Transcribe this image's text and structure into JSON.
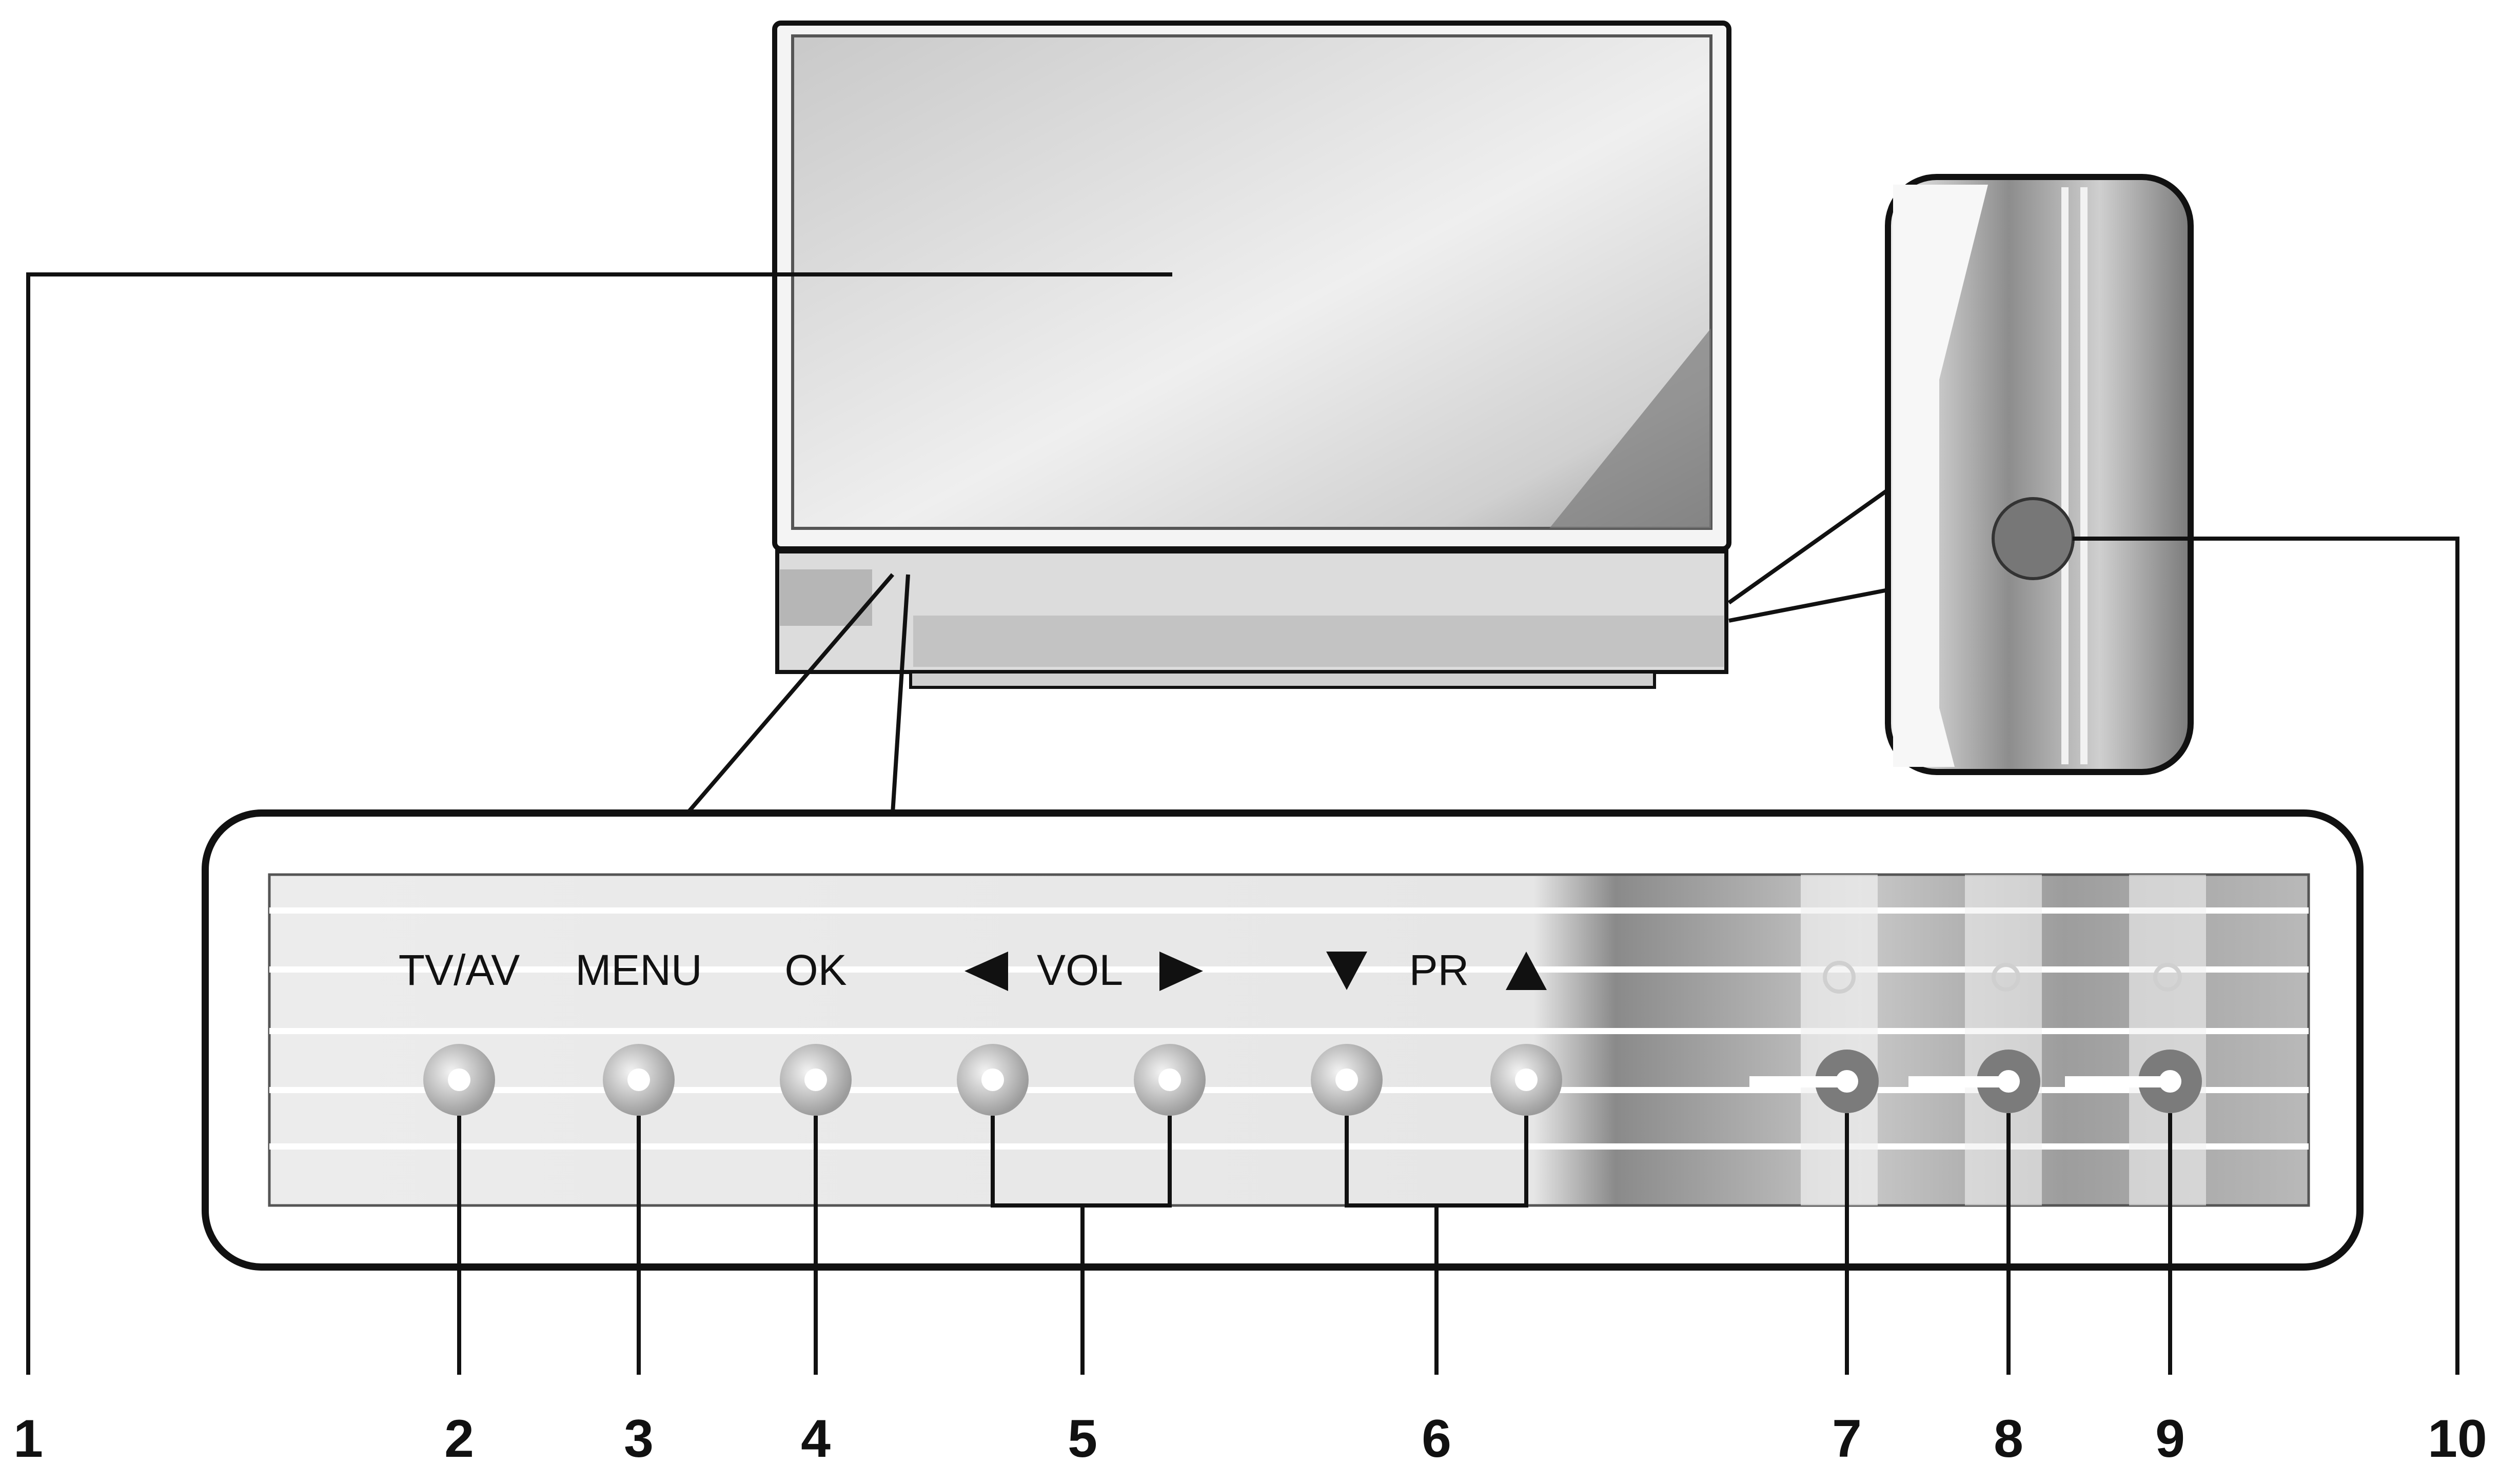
{
  "button_labels": {
    "tv_av": "TV/AV",
    "menu": "MENU",
    "ok": "OK",
    "vol": "VOL",
    "pr": "PR"
  },
  "callouts": [
    "1",
    "2",
    "3",
    "4",
    "5",
    "6",
    "7",
    "8",
    "9",
    "10"
  ],
  "icons": {
    "vol_left": "left-triangle-icon",
    "vol_right": "right-triangle-icon",
    "pr_down": "down-triangle-icon",
    "pr_up": "up-triangle-icon",
    "power": "power-indicator-icon",
    "remote_sensor": "remote-sensor-icon",
    "timer": "timer-indicator-icon"
  },
  "colors": {
    "outline": "#111111",
    "panel": "#eeeeee",
    "button": "#b5b5b5"
  }
}
